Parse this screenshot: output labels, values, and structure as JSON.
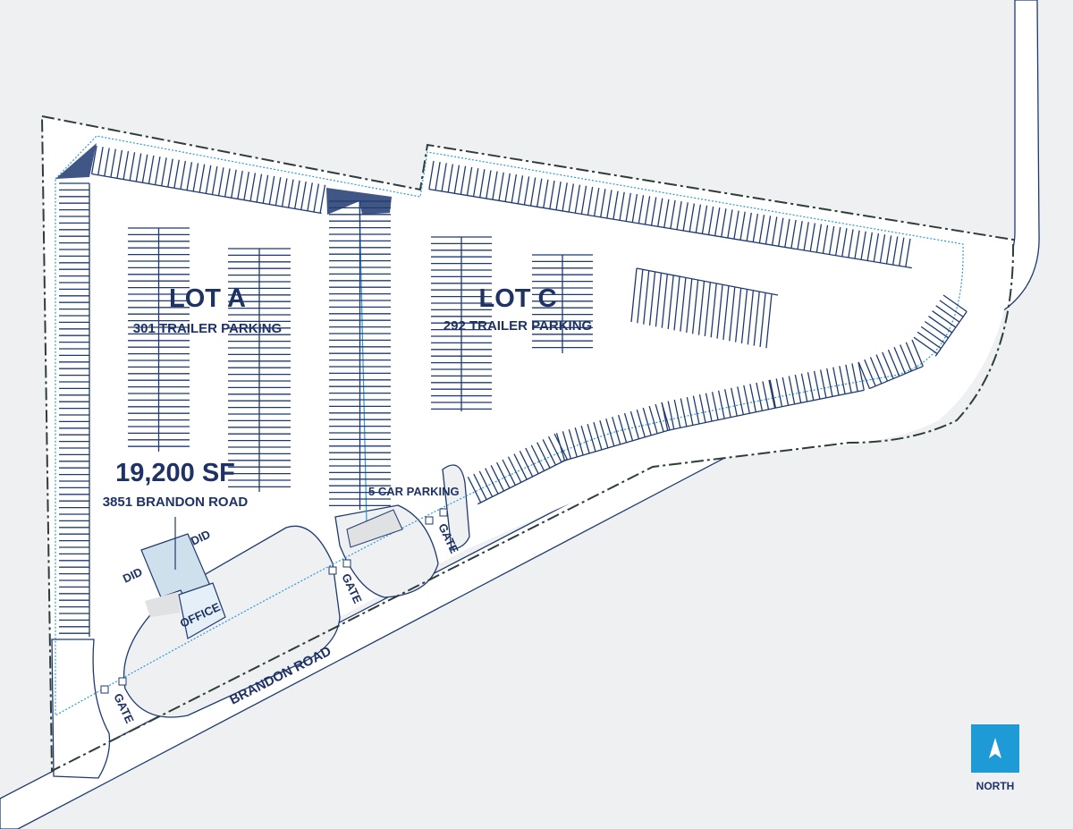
{
  "lots": [
    {
      "name": "LOT A",
      "capacity": "301 TRAILER PARKING"
    },
    {
      "name": "LOT C",
      "capacity": "292 TRAILER PARKING"
    }
  ],
  "building": {
    "area": "19,200 SF",
    "address": "3851 BRANDON ROAD",
    "office_label": "OFFICE",
    "door_label": "DID"
  },
  "car_parking": "5 CAR PARKING",
  "gates": [
    "GATE",
    "GATE",
    "GATE"
  ],
  "road": "BRANDON ROAD",
  "compass": {
    "label": "NORTH",
    "color": "#1e9ad6"
  },
  "colors": {
    "navy": "#1f3266",
    "boundary": "#2f3d3a",
    "setback": "#2a9ad8",
    "background": "#eff0f2"
  }
}
